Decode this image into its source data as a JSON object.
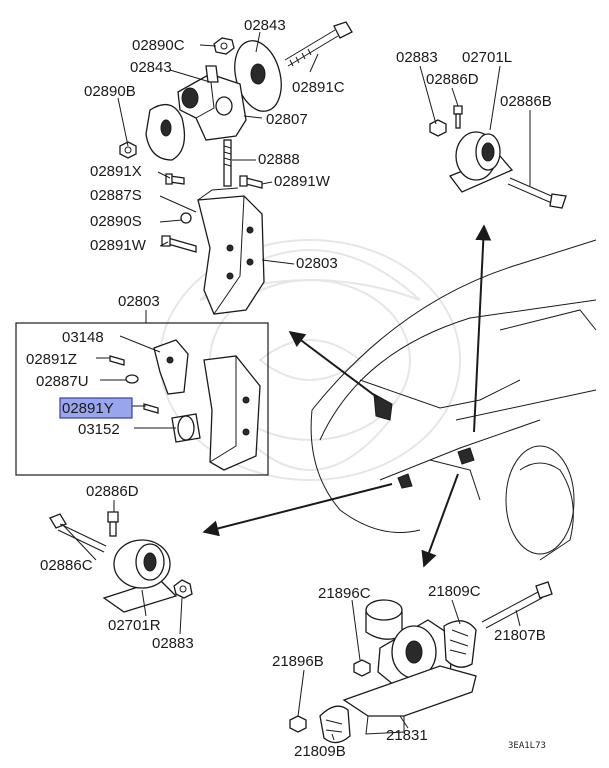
{
  "labels": {
    "l_02890C": "02890C",
    "l_02843_a": "02843",
    "l_02843_b": "02843",
    "l_02891C": "02891C",
    "l_02890B": "02890B",
    "l_02807": "02807",
    "l_02888": "02888",
    "l_02891X": "02891X",
    "l_02891W_a": "02891W",
    "l_02887S": "02887S",
    "l_02890S": "02890S",
    "l_02891W_b": "02891W",
    "l_02803_a": "02803",
    "l_02803_b": "02803",
    "l_03148": "03148",
    "l_02891Z": "02891Z",
    "l_02887U": "02887U",
    "l_02891Y": "02891Y",
    "l_03152": "03152",
    "l_02883_a": "02883",
    "l_02701L": "02701L",
    "l_02886D_a": "02886D",
    "l_02886B": "02886B",
    "l_02886D_b": "02886D",
    "l_02886C": "02886C",
    "l_02701R": "02701R",
    "l_02883_b": "02883",
    "l_21896C": "21896C",
    "l_21809C": "21809C",
    "l_21807B": "21807B",
    "l_21896B": "21896B",
    "l_21809B": "21809B",
    "l_21831": "21831"
  },
  "highlighted_part": "02891Y",
  "figure_code": "3EA1L73",
  "colors": {
    "highlight": "#9aa6ec",
    "ink": "#1a1a1a",
    "watermark": "#e6e6e6"
  }
}
